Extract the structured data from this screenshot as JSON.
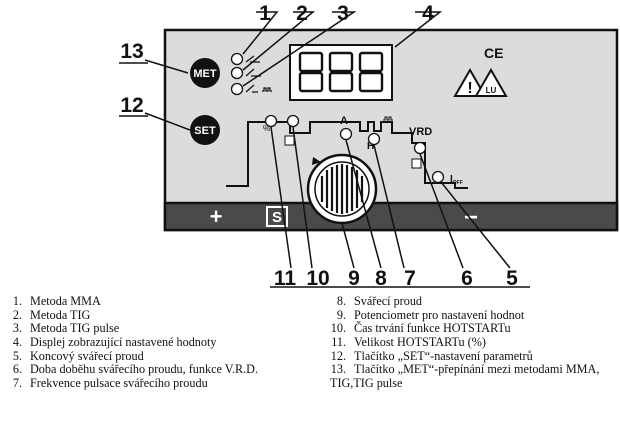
{
  "buttons": {
    "met": "MET",
    "set": "SET"
  },
  "display": {
    "digits": "888"
  },
  "marks": {
    "ce": "CE",
    "plus": "+",
    "s": "S",
    "minus": "−",
    "a": "A",
    "h": "H",
    "vrd": "VRD",
    "ioff": "I",
    "ioff_sub": "OFF",
    "lu": "LU"
  },
  "callouts": [
    "1",
    "2",
    "3",
    "4",
    "5",
    "6",
    "7",
    "8",
    "9",
    "10",
    "11",
    "12",
    "13"
  ],
  "legend": [
    {
      "num": "1.",
      "text": "Metoda MMA"
    },
    {
      "num": "2.",
      "text": "Metoda TIG"
    },
    {
      "num": "3.",
      "text": "Metoda TIG pulse"
    },
    {
      "num": "4.",
      "text": "Displej zobrazující nastavené hodnoty"
    },
    {
      "num": "5.",
      "text": "Koncový svářecí proud"
    },
    {
      "num": "6.",
      "text": "Doba doběhu svářecího proudu, funkce V.R.D."
    },
    {
      "num": "7.",
      "text": "Frekvence pulsace svářecího proudu"
    },
    {
      "num": "8.",
      "text": "Svářecí proud"
    },
    {
      "num": "9.",
      "text": "Potenciometr pro nastavení hodnot"
    },
    {
      "num": "10.",
      "text": "Čas trvání funkce HOTSTARTu"
    },
    {
      "num": "11.",
      "text": "Velikost HOTSTARTu (%)"
    },
    {
      "num": "12.",
      "text": "Tlačítko „SET“-nastavení parametrů"
    },
    {
      "num": "13.",
      "text": "Tlačítko „MET“-přepínání mezi metodami MMA, TIG,TIG pulse"
    }
  ]
}
